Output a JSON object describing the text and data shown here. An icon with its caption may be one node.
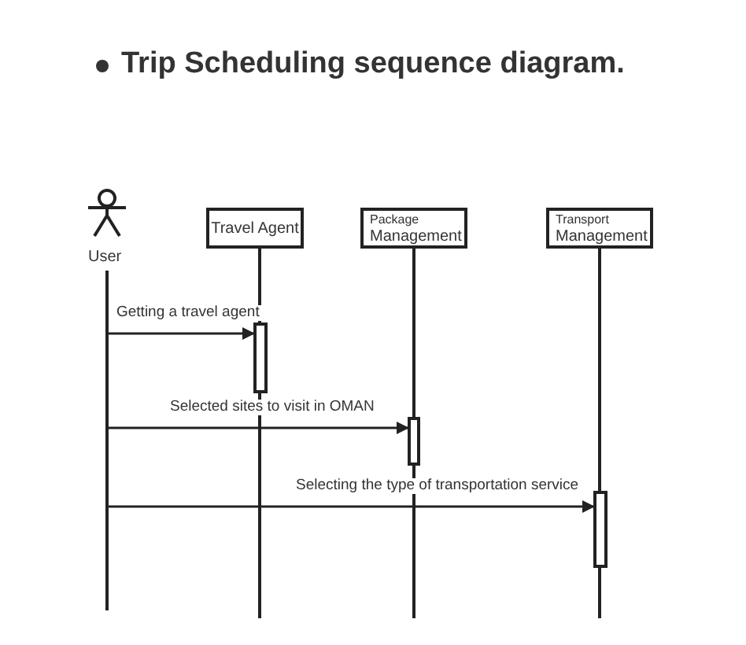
{
  "diagram": {
    "title": "Trip Scheduling sequence diagram.",
    "nodes": [
      {
        "text": [
          "User"
        ]
      },
      {
        "text": [
          "Travel Agent"
        ]
      },
      {
        "text": [
          "Package",
          "Management"
        ]
      },
      {
        "text": [
          "Transport",
          "Management"
        ]
      },
      {
        "text": [],
        "shape": "bar"
      },
      {
        "text": [],
        "shape": "bar"
      },
      {
        "text": [],
        "shape": "bar"
      }
    ],
    "edges": [
      {
        "from": 0,
        "to": 4,
        "arrow": "to",
        "label": "Getting a travel agent"
      },
      {
        "from": 0,
        "to": 5,
        "arrow": "to",
        "label": "Selected sites to visit in OMAN"
      },
      {
        "from": 0,
        "to": 6,
        "arrow": "to",
        "label": "Selecting the type of transportation service"
      }
    ]
  }
}
